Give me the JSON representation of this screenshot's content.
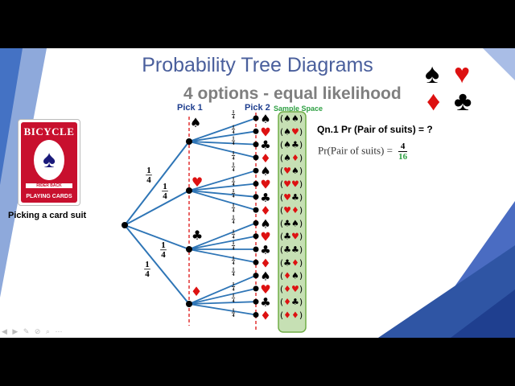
{
  "slide": {
    "title": "Probability Tree Diagrams",
    "subtitle": "4 options - equal likelihood",
    "pick1": "Pick 1",
    "pick2": "Pick 2",
    "sample_space": "Sample Space",
    "caption": "Picking a card suit"
  },
  "card": {
    "brand": "BICYCLE",
    "banner": "RIDER BACK",
    "bottom": "PLAYING CARDS",
    "icon": "playing-card-image"
  },
  "question": {
    "title": "Qn.1 Pr (Pair of suits) = ?",
    "formula_lhs": "Pr(Pair of suits) =",
    "numerator": "4",
    "denominator": "16"
  },
  "tree": {
    "first_probability": "1/4",
    "second_probability": "1/4",
    "suits": [
      "♠",
      "♥",
      "♣",
      "♦"
    ],
    "suit_colors": {
      "♠": "#000000",
      "♥": "#dd1111",
      "♣": "#000000",
      "♦": "#dd1111"
    },
    "outcomes": [
      "♠♠",
      "♠♥",
      "♠♣",
      "♠♦",
      "♥♠",
      "♥♥",
      "♥♣",
      "♥♦",
      "♣♠",
      "♣♥",
      "♣♣",
      "♣♦",
      "♦♠",
      "♦♥",
      "♦♣",
      "♦♦"
    ],
    "branch_color": "#2e75b6",
    "sample_fill": "#c6e0b4",
    "sample_border": "#70ad47"
  },
  "corner_suits": [
    "♠",
    "♥",
    "♦",
    "♣"
  ]
}
